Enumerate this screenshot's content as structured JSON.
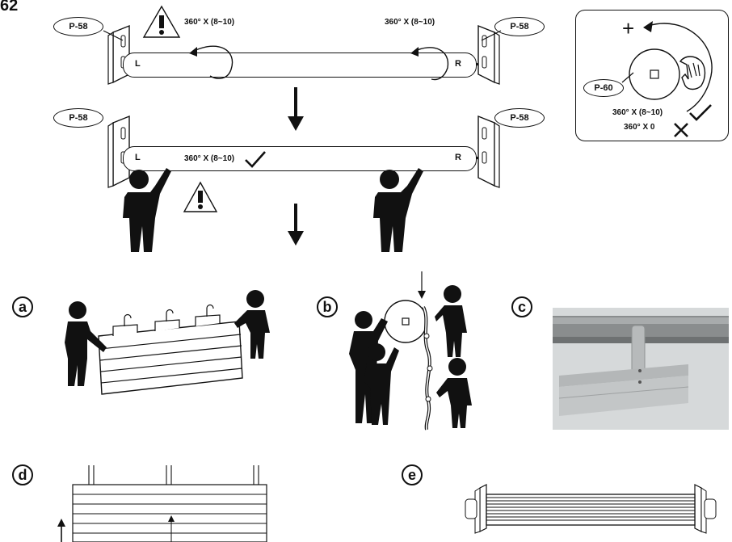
{
  "page_number": "62",
  "bracket_callout": "P-58",
  "tension_callout": "P-60",
  "turns_left": "360° X (8~10)",
  "turns_right": "360° X (8~10)",
  "turns_check": "360° X (8~10)",
  "tube_left": "L",
  "tube_right": "R",
  "inset": {
    "plus": "+",
    "ok_text": "360° X (8~10)",
    "bad_text": "360° X 0"
  },
  "steps": [
    "a",
    "b",
    "c",
    "d",
    "e"
  ],
  "colors": {
    "ink": "#111111",
    "photo_tube": "#8a8d8e",
    "photo_bg": "#d9dcdd"
  },
  "icons": [
    "warning-icon",
    "down-arrow-icon",
    "check-icon",
    "cross-icon",
    "person-icon",
    "rotate-arrow-icon",
    "hand-icon"
  ]
}
